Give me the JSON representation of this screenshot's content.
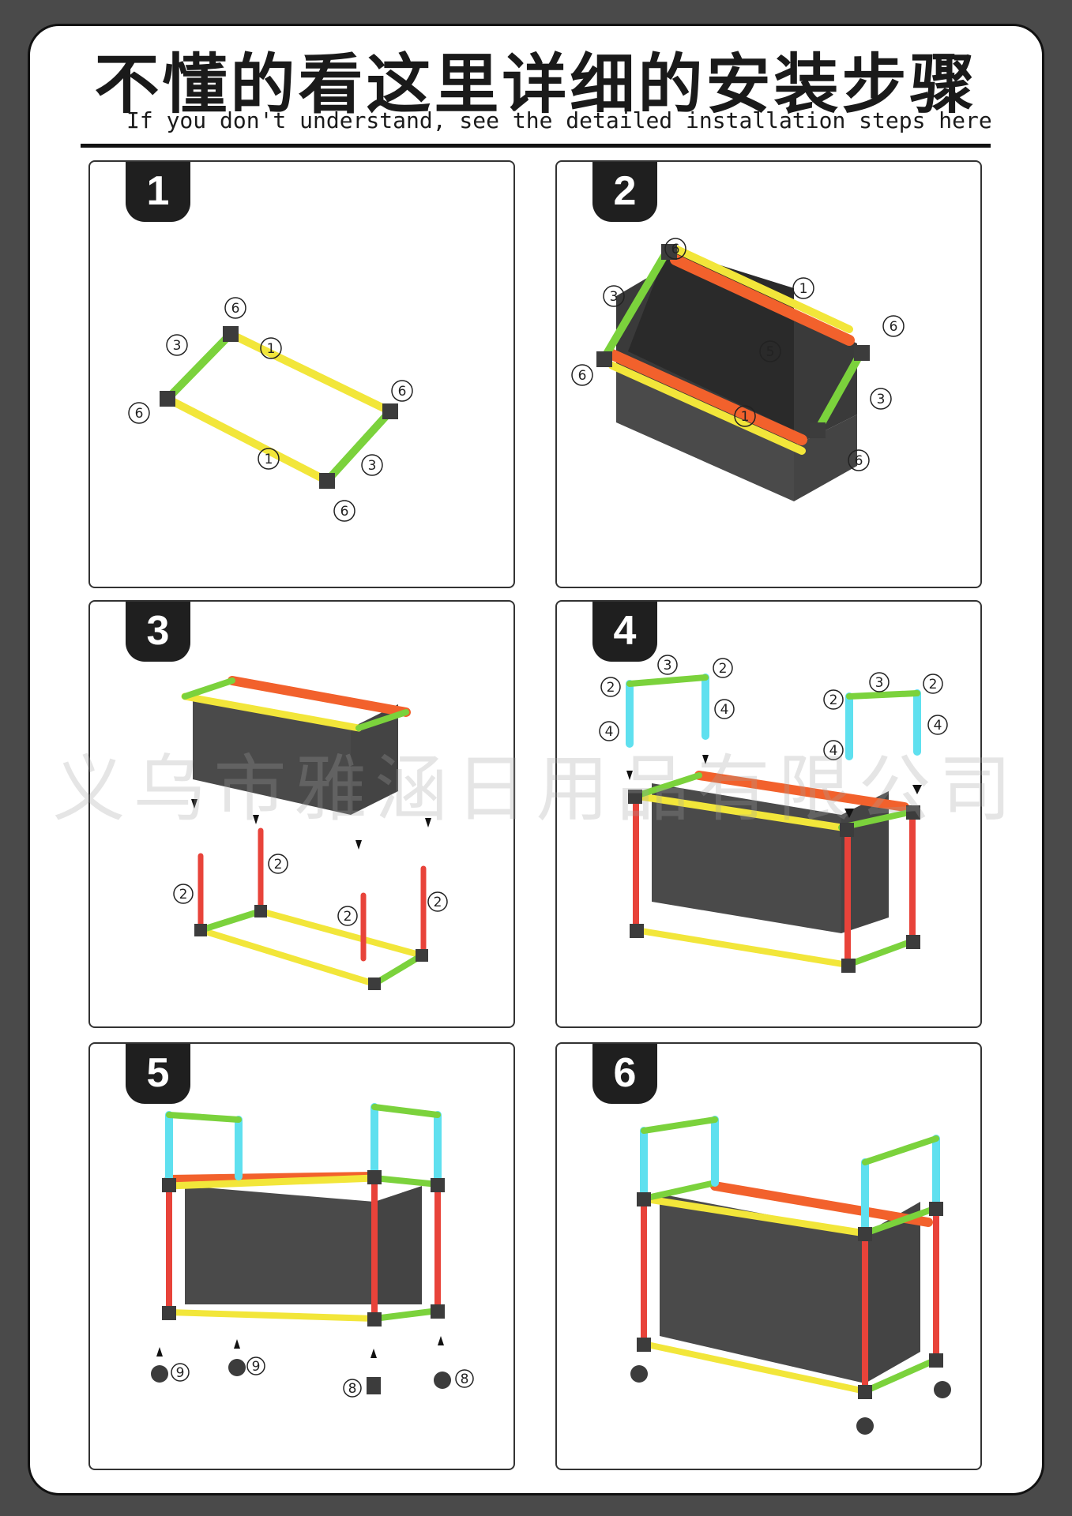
{
  "header": {
    "title_cn": "不懂的看这里详细的安装步骤",
    "title_en": "If you don't understand, see the detailed installation steps here"
  },
  "watermark": "义乌市雅涵日用品有限公司",
  "steps": [
    {
      "number": "1"
    },
    {
      "number": "2"
    },
    {
      "number": "3"
    },
    {
      "number": "4"
    },
    {
      "number": "5"
    },
    {
      "number": "6"
    }
  ],
  "part_labels": {
    "p1": "1",
    "p2": "2",
    "p3": "3",
    "p4": "4",
    "p5": "5",
    "p6": "6",
    "p8": "8",
    "p9": "9"
  },
  "colors": {
    "yellow": "#f2e63a",
    "green": "#7bd23c",
    "red": "#e8433a",
    "orange": "#f2612c",
    "cyan": "#5fe0ef",
    "joint": "#3c3c3c",
    "bag": "#4a4a4a"
  }
}
